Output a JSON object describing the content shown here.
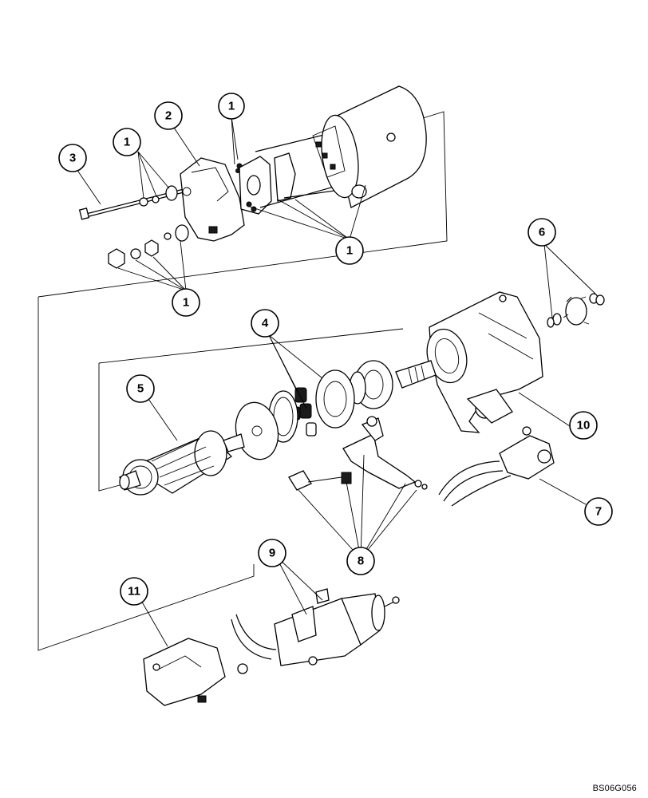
{
  "diagram": {
    "reference_code": "BS06G056",
    "callouts": [
      {
        "id": "c1a",
        "label": "1"
      },
      {
        "id": "c1b",
        "label": "1"
      },
      {
        "id": "c1c",
        "label": "1"
      },
      {
        "id": "c1d",
        "label": "1"
      },
      {
        "id": "c2",
        "label": "2"
      },
      {
        "id": "c3",
        "label": "3"
      },
      {
        "id": "c4",
        "label": "4"
      },
      {
        "id": "c5",
        "label": "5"
      },
      {
        "id": "c6",
        "label": "6"
      },
      {
        "id": "c7",
        "label": "7"
      },
      {
        "id": "c8",
        "label": "8"
      },
      {
        "id": "c9",
        "label": "9"
      },
      {
        "id": "c10",
        "label": "10"
      },
      {
        "id": "c11",
        "label": "11"
      }
    ]
  }
}
